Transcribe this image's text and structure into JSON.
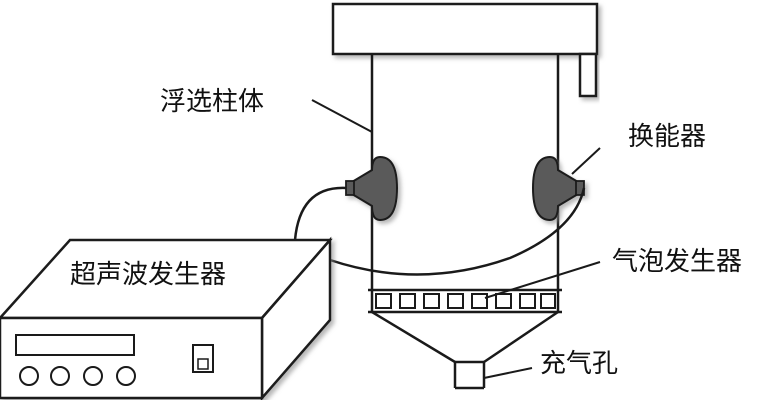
{
  "labels": {
    "column": "浮选柱体",
    "transducer": "换能器",
    "generator": "超声波发生器",
    "bubble_generator": "气泡发生器",
    "air_inlet": "充气孔"
  },
  "colors": {
    "stroke": "#1a1a1a",
    "transducer_fill": "#5a5a5a",
    "box_fill": "#ffffff",
    "box_shadow": "#9a9a9a"
  }
}
